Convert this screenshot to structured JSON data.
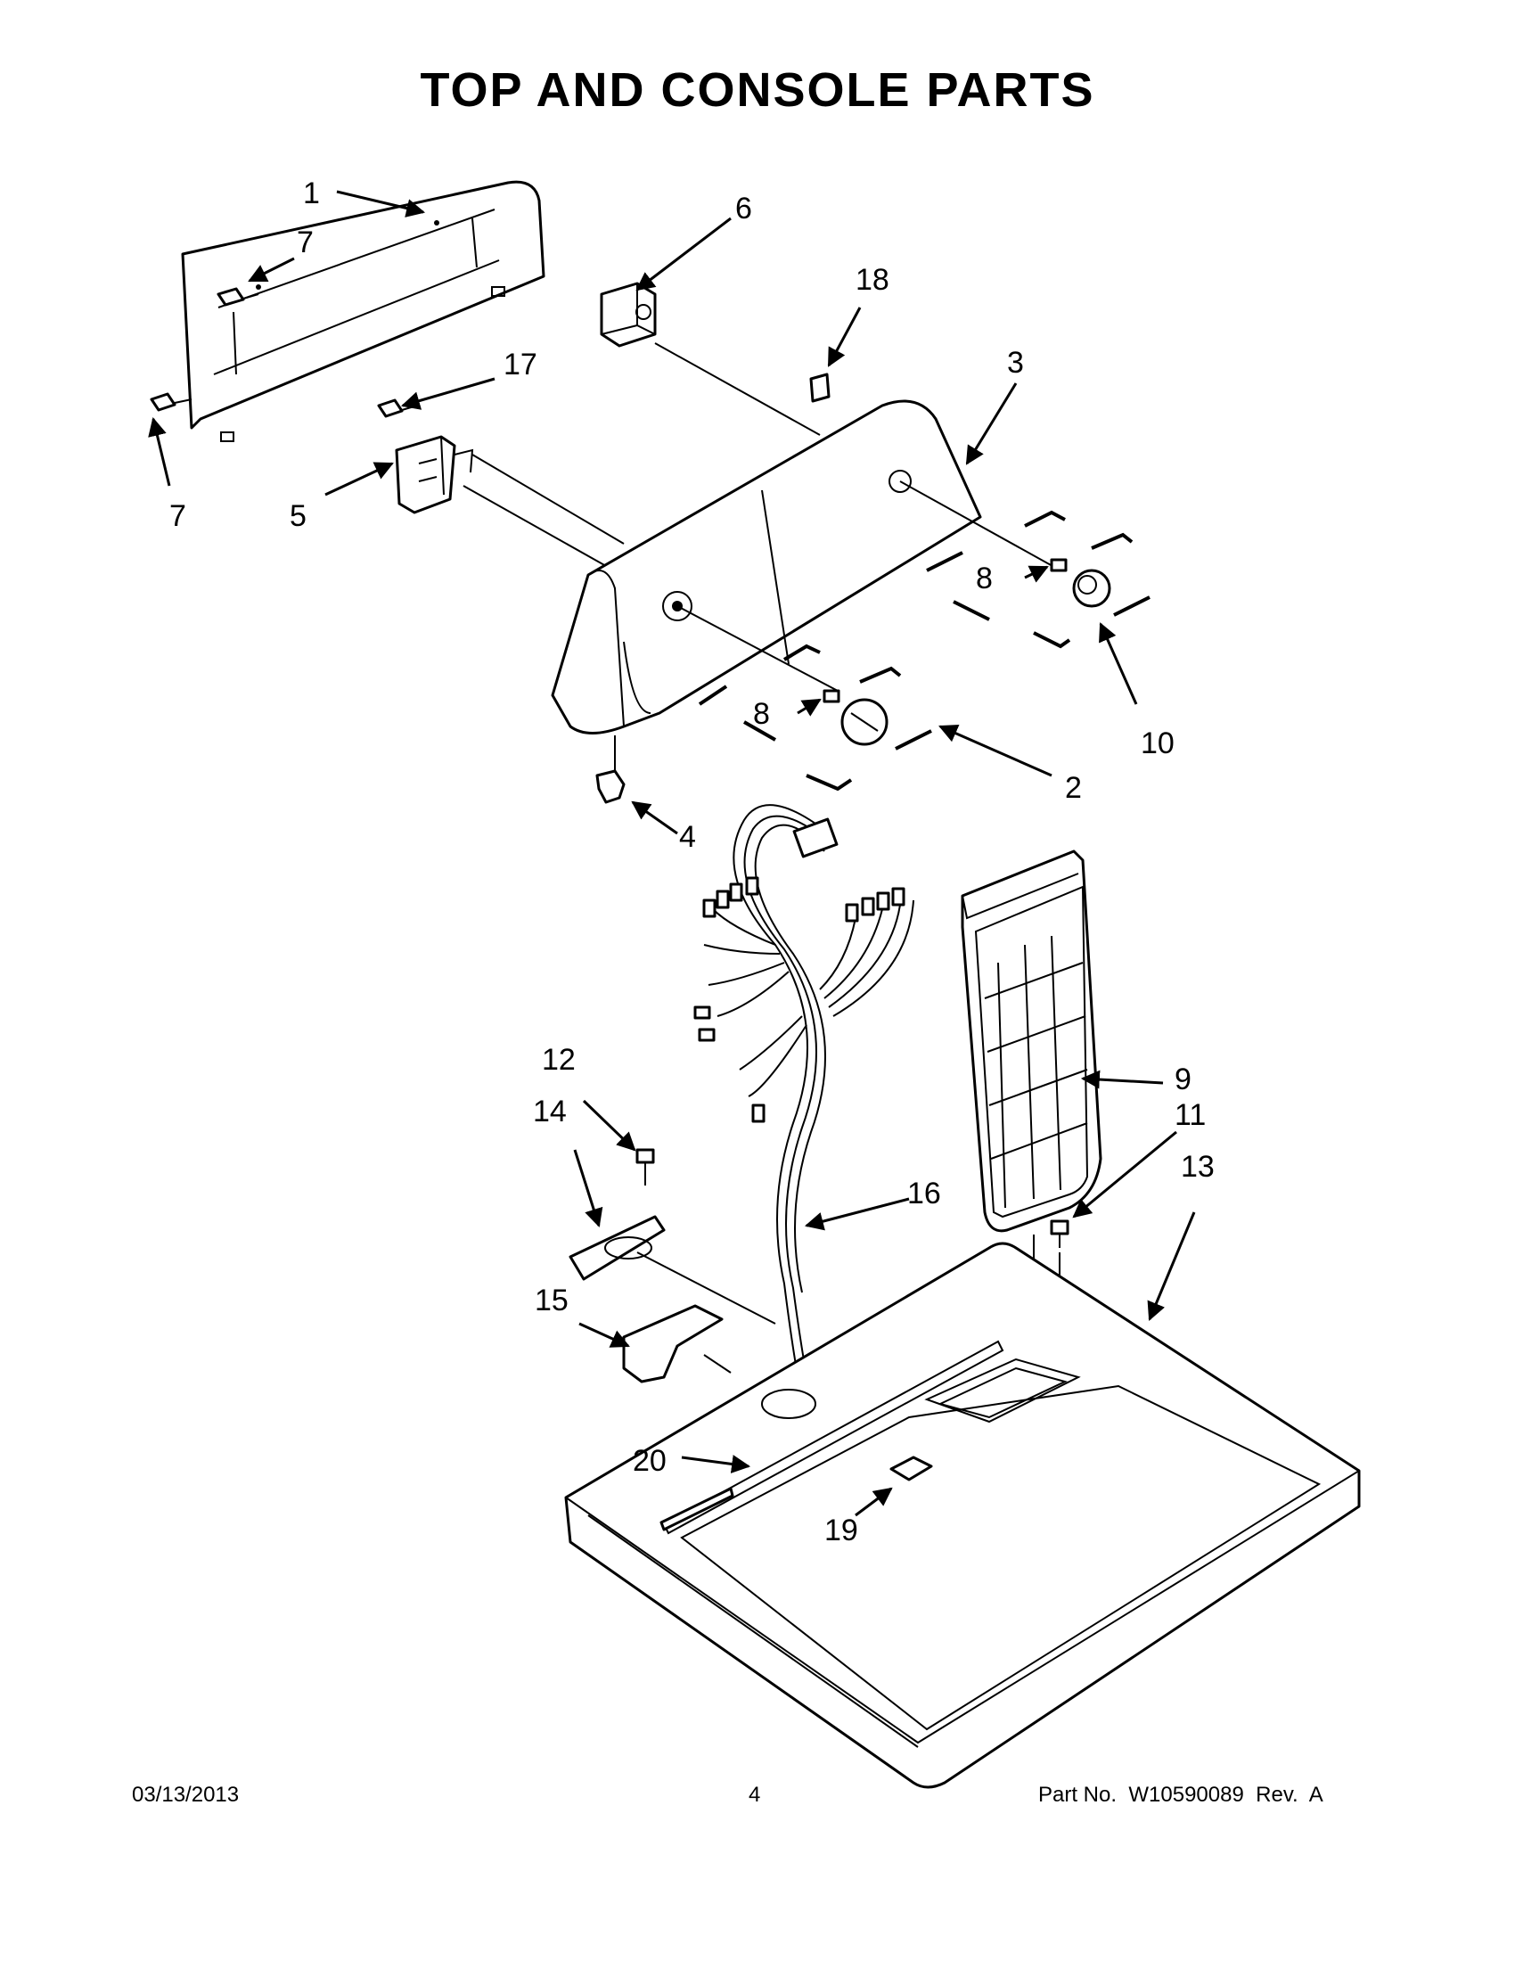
{
  "title": "TOP AND CONSOLE PARTS",
  "callouts": {
    "c1": "1",
    "c2": "2",
    "c3": "3",
    "c4": "4",
    "c5": "5",
    "c6": "6",
    "c7a": "7",
    "c7b": "7",
    "c8a": "8",
    "c8b": "8",
    "c9": "9",
    "c10": "10",
    "c11": "11",
    "c12": "12",
    "c13": "13",
    "c14": "14",
    "c15": "15",
    "c16": "16",
    "c17": "17",
    "c18": "18",
    "c19": "19",
    "c20": "20"
  },
  "footer": {
    "date": "03/13/2013",
    "page": "4",
    "part_number": "Part No.  W10590089  Rev.  A"
  }
}
